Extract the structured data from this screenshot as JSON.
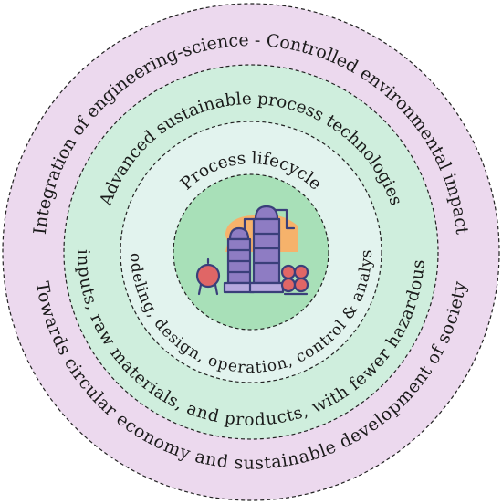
{
  "rings": {
    "outer": {
      "top": "Integration of engineering-science - Controlled environmental impact",
      "bottom": "Towards circular economy and sustainable development of society",
      "fill": "#ecd9ee"
    },
    "middle": {
      "top": "Advanced sustainable process technologies",
      "bottom": "Better inputs, raw materials, and products, with fewer hazardous wastes.",
      "fill": "#cfeedd"
    },
    "inner": {
      "top": "Process lifecycle",
      "bottom": "Modeling, design, operation, control & analysis",
      "fill": "#e2f3ee"
    },
    "core": {
      "fill": "#a8e0b8",
      "icon": "chemical-plant-icon"
    }
  },
  "colors": {
    "border": "#222222",
    "icon_outline": "#3a3f7a",
    "icon_purple": "#8e7cc3",
    "icon_orange": "#f6b26b",
    "icon_pink": "#e06666"
  }
}
